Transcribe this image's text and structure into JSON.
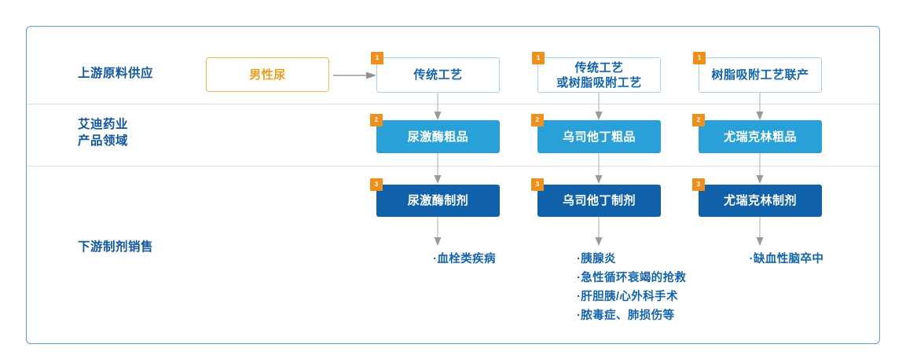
{
  "diagram": {
    "title": "",
    "colors": {
      "panel_border": "#5e9fcb",
      "divider": "#cfe2f0",
      "badge_orange": "#ef8f1c",
      "source_border": "#e8b951",
      "source_text": "#e8a020",
      "row1_border": "#a9cfe8",
      "row1_text": "#1464ab",
      "row2_fill": "#29a0d8",
      "row3_fill": "#1061aa",
      "label_text": "#12569f",
      "arrow_gray": "#9a9a9a"
    },
    "stages": [
      {
        "id": "upstream",
        "label": "上游原料供应"
      },
      {
        "id": "products",
        "label": "艾迪药业\n产品领域"
      },
      {
        "id": "downstream",
        "label": "下游制剂销售"
      }
    ],
    "source_node": {
      "label": "男性尿",
      "badge": ""
    },
    "row1": {
      "badge": "1",
      "nodes": [
        {
          "label": "传统工艺"
        },
        {
          "label": "传统工艺\n或树脂吸附工艺"
        },
        {
          "label": "树脂吸附工艺联产"
        }
      ]
    },
    "row2": {
      "badge": "2",
      "nodes": [
        {
          "label": "尿激酶粗品"
        },
        {
          "label": "乌司他丁粗品"
        },
        {
          "label": "尤瑞克林粗品"
        }
      ]
    },
    "row3": {
      "badge": "3",
      "nodes": [
        {
          "label": "尿激酶制剂"
        },
        {
          "label": "乌司他丁制剂"
        },
        {
          "label": "尤瑞克林制剂"
        }
      ]
    },
    "indications": {
      "col1": [
        "·血栓类疾病"
      ],
      "col2": [
        "·胰腺炎",
        "·急性循环衰竭的抢救",
        "·肝胆胰/心外科手术",
        "·脓毒症、肺损伤等"
      ],
      "col3": [
        "·缺血性脑卒中"
      ]
    }
  }
}
